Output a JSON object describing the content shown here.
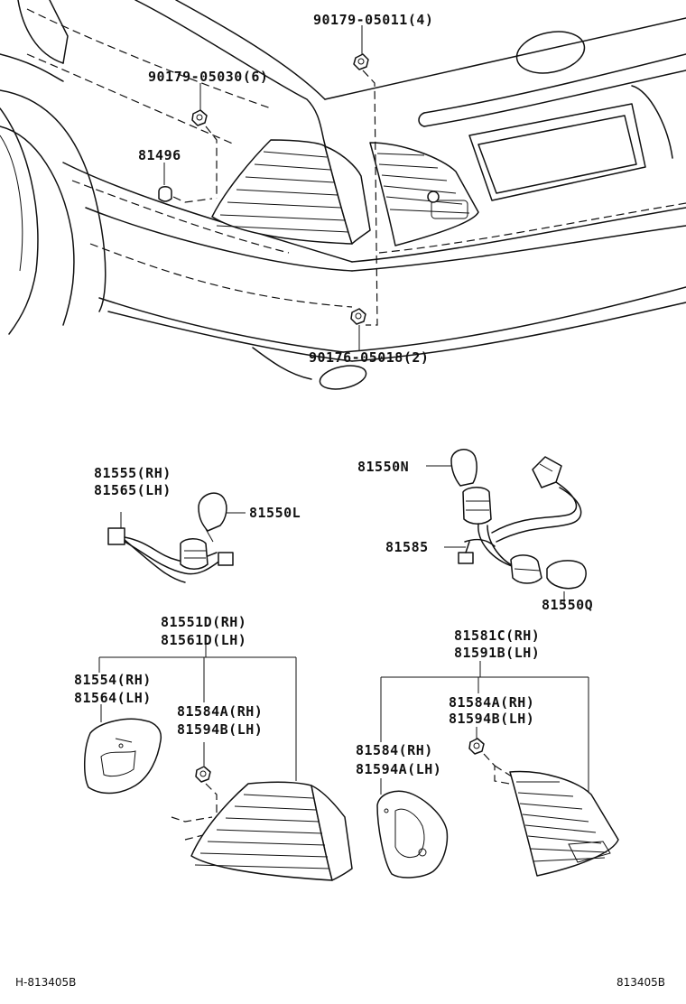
{
  "labels": {
    "nut_top": "90179-05011(4)",
    "nut_mid": "90179-05030(6)",
    "clip": "81496",
    "nut_bottom": "90176-05018(2)",
    "socket_rh": "81555(RH)",
    "socket_lh": "81565(LH)",
    "bulb_l": "81550L",
    "bulb_n": "81550N",
    "socket_inner": "81585",
    "bulb_q": "81550Q",
    "outer_lamp_rh": "81551D(RH)",
    "outer_lamp_lh": "81561D(LH)",
    "gasket_rh": "81554(RH)",
    "gasket_lh": "81564(LH)",
    "outer_nut_rh": "81584A(RH)",
    "outer_nut_lh": "81594B(LH)",
    "inner_lamp_rh": "81581C(RH)",
    "inner_lamp_lh": "81591B(LH)",
    "inner_nut_rh": "81584A(RH)",
    "inner_nut_lh": "81594B(LH)",
    "inner_gasket_rh": "81584(RH)",
    "inner_gasket_lh": "81594A(LH)"
  },
  "footer": {
    "left_code": "H-813405B",
    "right_code": "813405B"
  }
}
